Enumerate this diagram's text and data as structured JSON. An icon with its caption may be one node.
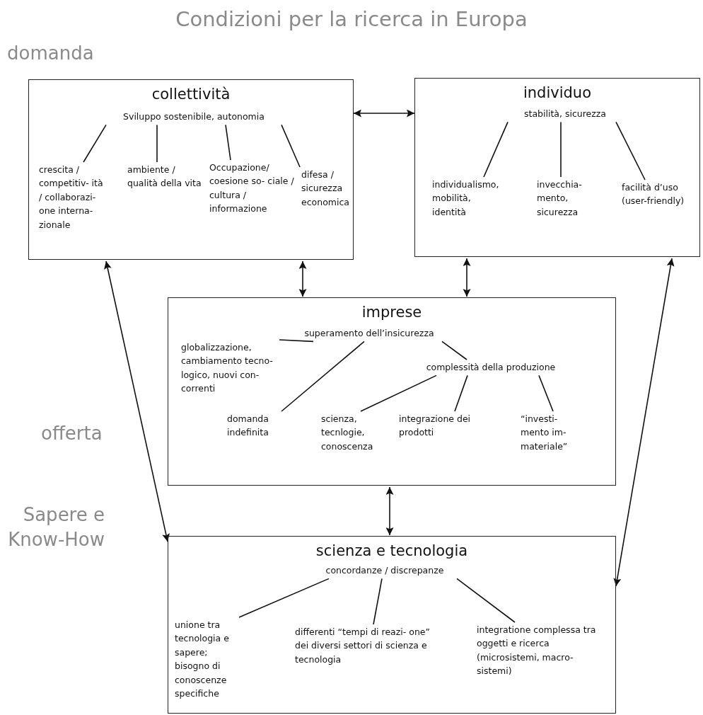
{
  "diagram": {
    "title": "Condizioni per la ricerca in Europa",
    "nodes": [
      {
        "text": [
          "collettività"
        ]
      },
      {
        "text": [
          "Sviluppo sostenibile, autonomia"
        ],
        "in": 0
      },
      {
        "text": [
          "crescita / competitiv- ità / collaborazi- one interna- zionale"
        ],
        "in": 0
      },
      {
        "text": [
          "ambiente / qualità della vita"
        ],
        "in": 0
      },
      {
        "text": [
          "Occupazione/ coesione so- ciale / cultura / informazione"
        ],
        "in": 0
      },
      {
        "text": [
          "difesa / sicurezza economica"
        ],
        "in": 0
      },
      {
        "text": [
          "individuo"
        ]
      },
      {
        "text": [
          "stabilità, sicurezza"
        ],
        "in": 6
      },
      {
        "text": [
          "individualismo, mobilità, identità"
        ],
        "in": 6
      },
      {
        "text": [
          "invecchia- mento, sicurezza"
        ],
        "in": 6
      },
      {
        "text": [
          "facilità d’uso (user-friendly)"
        ],
        "in": 6
      },
      {
        "text": [
          "imprese"
        ]
      },
      {
        "text": [
          "superamento dell’insicurezza"
        ],
        "in": 11
      },
      {
        "text": [
          "globalizzazione, cambiamento tecno- logico, nuovi con- correnti"
        ],
        "in": 11
      },
      {
        "text": [
          "complessità della produzione"
        ],
        "in": 11
      },
      {
        "text": [
          "domanda indefinita"
        ],
        "in": 11
      },
      {
        "text": [
          "scienza, tecnlogie, conoscenza"
        ],
        "in": 11
      },
      {
        "text": [
          "integrazione dei prodotti"
        ],
        "in": 11
      },
      {
        "text": [
          "“investi- mento im- materiale”"
        ],
        "in": 11
      },
      {
        "text": [
          "scienza e tecnologia"
        ]
      },
      {
        "text": [
          "concordanze / discrepanze"
        ],
        "in": 19
      },
      {
        "text": [
          "unione tra tecnologia e sapere; bisogno di conoscenze specifiche"
        ],
        "in": 19
      },
      {
        "text": [
          "differenti “tempi di reazi- one” dei diversi settori di scienza e tecnologia"
        ],
        "in": 19
      },
      {
        "text": [
          "integratione complessa tra oggetti e ricerca (microsistemi, macro- sistemi)"
        ],
        "in": 19
      }
    ],
    "edges": [
      {
        "from": 0,
        "to": 6,
        "arrow": "both"
      },
      {
        "from": 0,
        "to": 11,
        "arrow": "both"
      },
      {
        "from": 6,
        "to": 11,
        "arrow": "both"
      },
      {
        "from": 11,
        "to": 19,
        "arrow": "both"
      },
      {
        "from": 0,
        "to": 19,
        "arrow": "both"
      },
      {
        "from": 6,
        "to": 19,
        "arrow": "both"
      },
      {
        "from": 1,
        "to": 2,
        "arrow": "none"
      },
      {
        "from": 1,
        "to": 3,
        "arrow": "none"
      },
      {
        "from": 1,
        "to": 4,
        "arrow": "none"
      },
      {
        "from": 1,
        "to": 5,
        "arrow": "none"
      },
      {
        "from": 7,
        "to": 8,
        "arrow": "none"
      },
      {
        "from": 7,
        "to": 9,
        "arrow": "none"
      },
      {
        "from": 7,
        "to": 10,
        "arrow": "none"
      },
      {
        "from": 12,
        "to": 13,
        "arrow": "none"
      },
      {
        "from": 12,
        "to": 15,
        "arrow": "none"
      },
      {
        "from": 12,
        "to": 14,
        "arrow": "none"
      },
      {
        "from": 14,
        "to": 16,
        "arrow": "none"
      },
      {
        "from": 14,
        "to": 17,
        "arrow": "none"
      },
      {
        "from": 14,
        "to": 18,
        "arrow": "none"
      },
      {
        "from": 20,
        "to": 21,
        "arrow": "none"
      },
      {
        "from": 20,
        "to": 22,
        "arrow": "none"
      },
      {
        "from": 20,
        "to": 23,
        "arrow": "none"
      }
    ],
    "labels": [
      "domanda",
      "offerta",
      "Sapere e Know-How"
    ]
  }
}
